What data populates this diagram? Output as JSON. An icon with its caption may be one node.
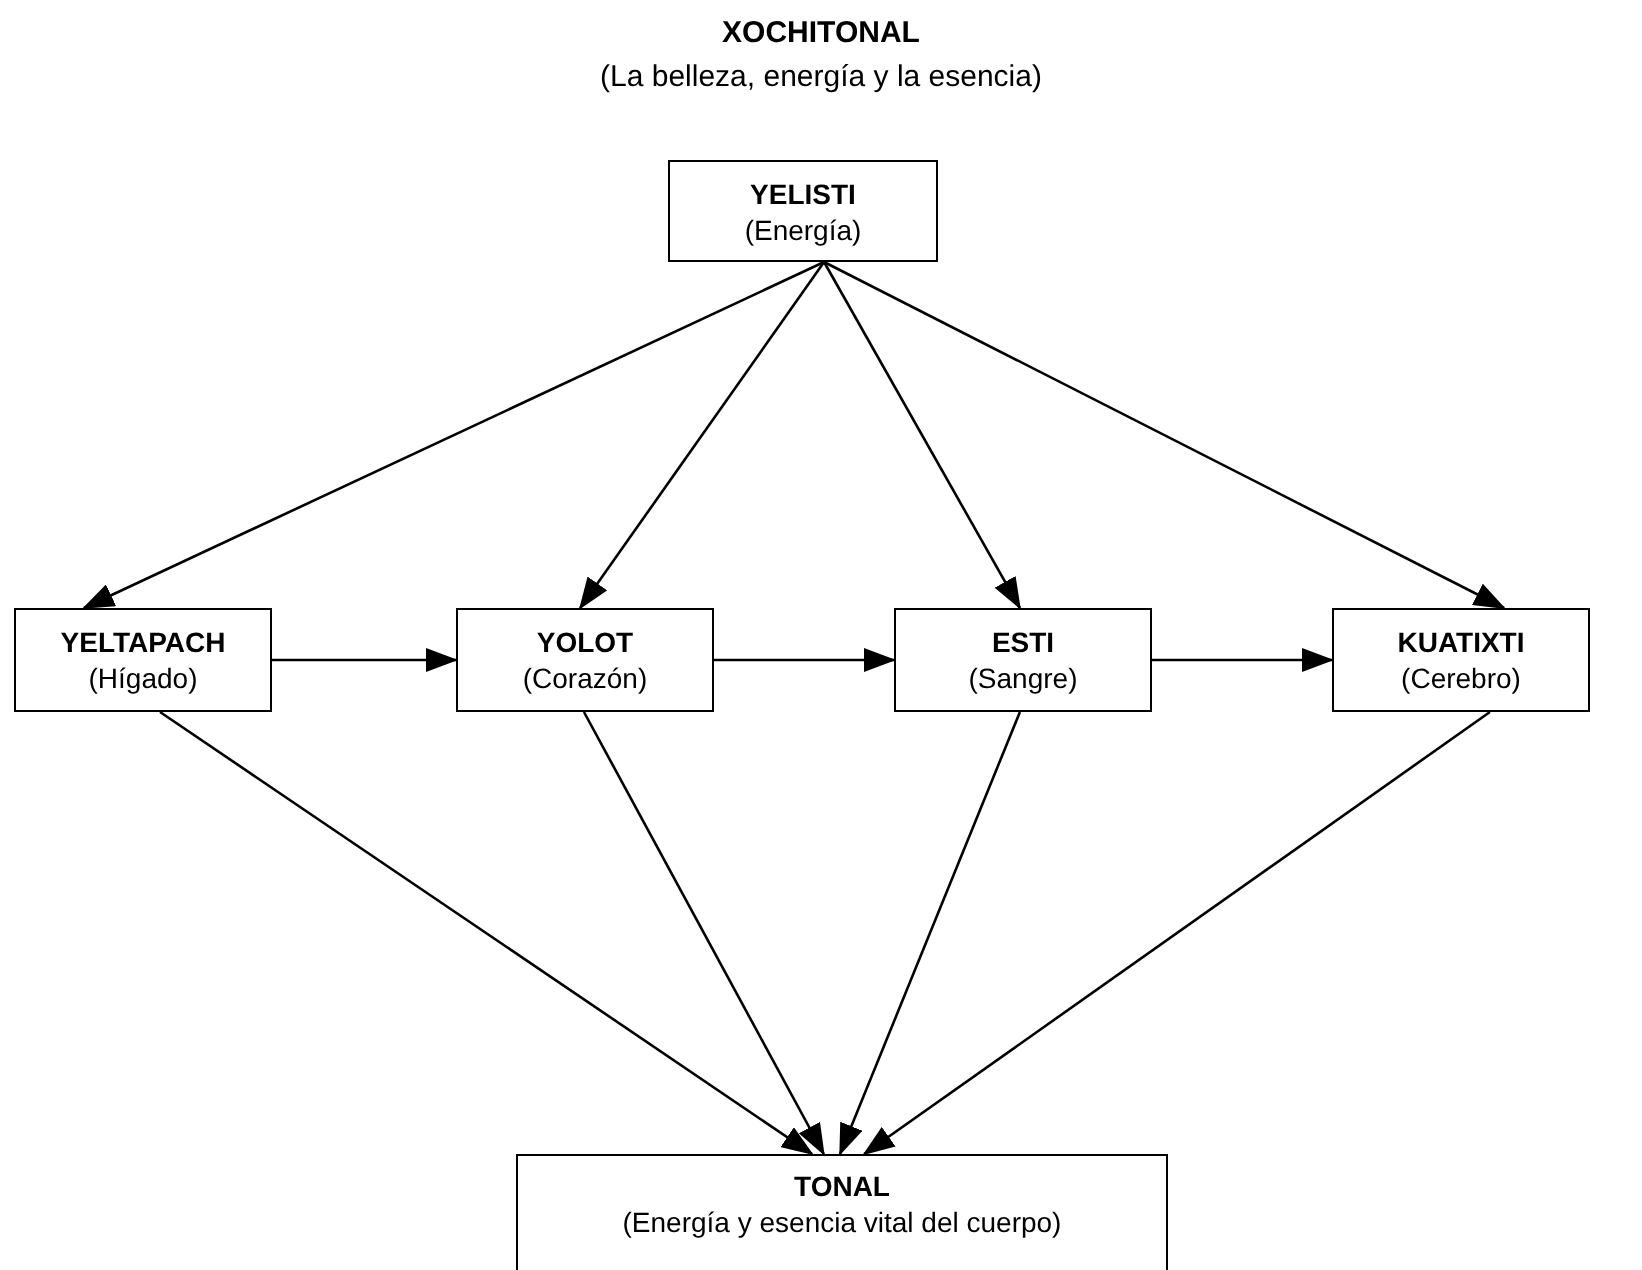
{
  "diagram": {
    "title": "XOCHITONAL",
    "nodes": [
      {
        "text": [
          "YELISTI",
          "(Energía)"
        ]
      },
      {
        "text": [
          "YELTAPACH",
          "(Hígado)"
        ]
      },
      {
        "text": [
          "YOLOT",
          "(Corazón)"
        ]
      },
      {
        "text": [
          "ESTI",
          "(Sangre)"
        ]
      },
      {
        "text": [
          "KUATIXTI",
          "(Cerebro)"
        ]
      },
      {
        "text": [
          "TONAL",
          "(Energía y esencia vital del cuerpo)"
        ]
      }
    ],
    "edges": [
      {
        "from": 0,
        "to": 1,
        "arrow": "to"
      },
      {
        "from": 0,
        "to": 2,
        "arrow": "to"
      },
      {
        "from": 0,
        "to": 3,
        "arrow": "to"
      },
      {
        "from": 0,
        "to": 4,
        "arrow": "to"
      },
      {
        "from": 1,
        "to": 2,
        "arrow": "to"
      },
      {
        "from": 2,
        "to": 3,
        "arrow": "to"
      },
      {
        "from": 3,
        "to": 4,
        "arrow": "to"
      },
      {
        "from": 1,
        "to": 5,
        "arrow": "to"
      },
      {
        "from": 2,
        "to": 5,
        "arrow": "to"
      },
      {
        "from": 3,
        "to": 5,
        "arrow": "to"
      },
      {
        "from": 4,
        "to": 5,
        "arrow": "to"
      }
    ],
    "labels": [
      "(La belleza, energía y la esencia)"
    ]
  }
}
